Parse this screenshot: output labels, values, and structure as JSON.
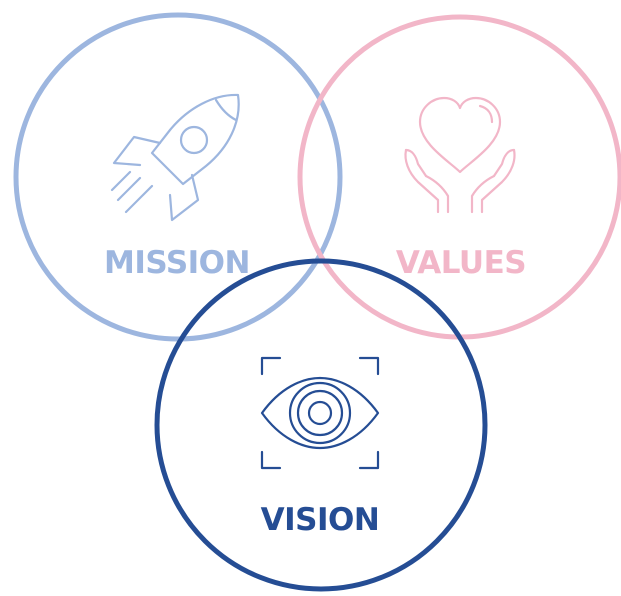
{
  "diagram": {
    "colors": {
      "mission": "#9db6df",
      "values": "#f2b6c8",
      "vision": "#254d94",
      "background": "#ffffff"
    },
    "circles": [
      {
        "id": "mission",
        "label": "MISSION",
        "icon": "rocket-icon"
      },
      {
        "id": "values",
        "label": "VALUES",
        "icon": "heart-in-hands-icon"
      },
      {
        "id": "vision",
        "label": "VISION",
        "icon": "eye-focus-icon"
      }
    ]
  }
}
